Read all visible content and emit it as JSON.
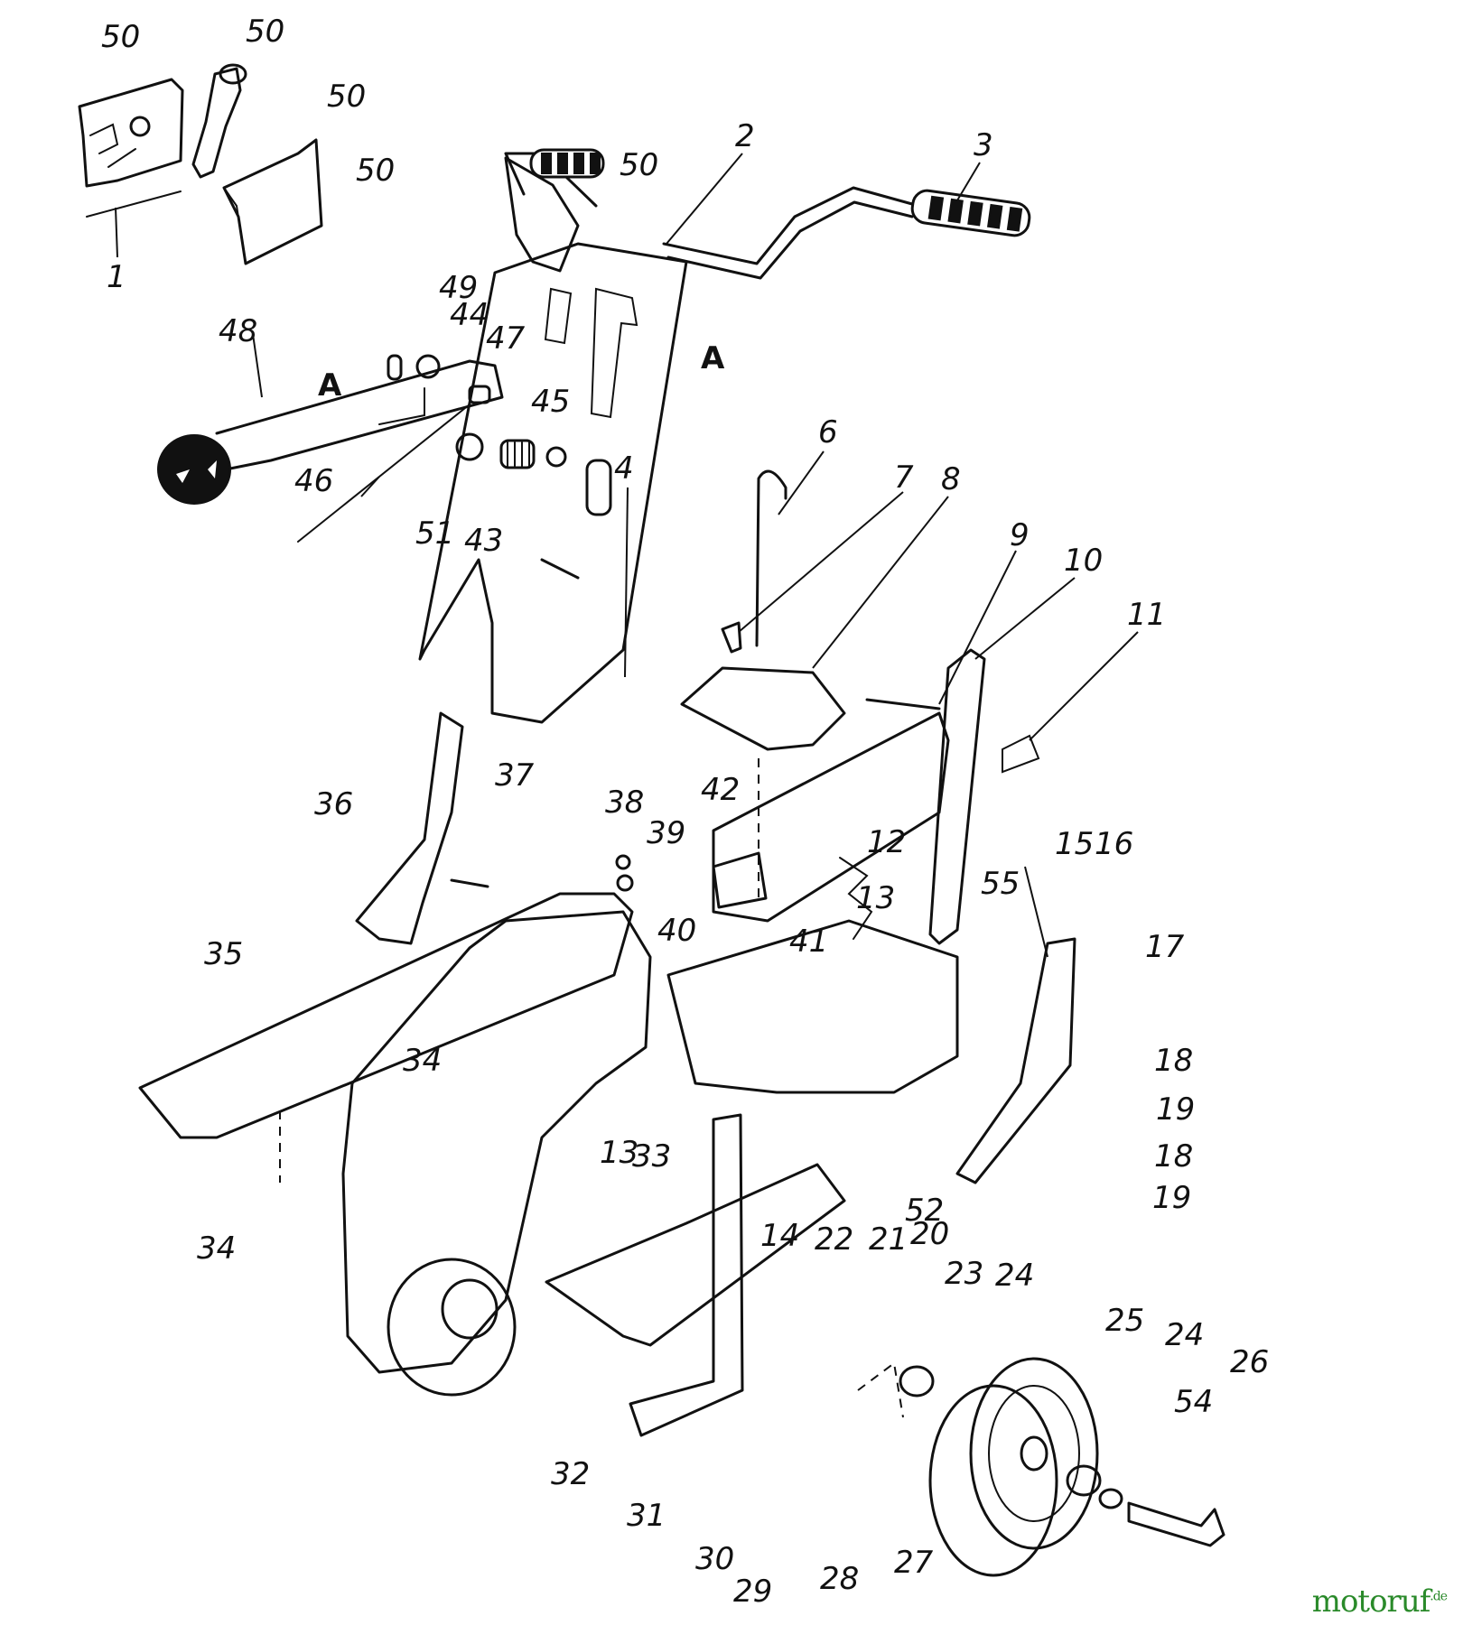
{
  "labels": [
    {
      "id": "l1",
      "text": "1"
    },
    {
      "id": "l2",
      "text": "2"
    },
    {
      "id": "l3",
      "text": "3"
    },
    {
      "id": "l4",
      "text": "4"
    },
    {
      "id": "l6",
      "text": "6"
    },
    {
      "id": "l7",
      "text": "7"
    },
    {
      "id": "l8",
      "text": "8"
    },
    {
      "id": "l9",
      "text": "9"
    },
    {
      "id": "l10",
      "text": "10"
    },
    {
      "id": "l11",
      "text": "11"
    },
    {
      "id": "l12",
      "text": "12"
    },
    {
      "id": "l13a",
      "text": "13"
    },
    {
      "id": "l13b",
      "text": "13"
    },
    {
      "id": "l14",
      "text": "14"
    },
    {
      "id": "l15",
      "text": "15"
    },
    {
      "id": "l16",
      "text": "16"
    },
    {
      "id": "l17",
      "text": "17"
    },
    {
      "id": "l18a",
      "text": "18"
    },
    {
      "id": "l18b",
      "text": "18"
    },
    {
      "id": "l19a",
      "text": "19"
    },
    {
      "id": "l19b",
      "text": "19"
    },
    {
      "id": "l20",
      "text": "20"
    },
    {
      "id": "l21",
      "text": "21"
    },
    {
      "id": "l22",
      "text": "22"
    },
    {
      "id": "l23",
      "text": "23"
    },
    {
      "id": "l24a",
      "text": "24"
    },
    {
      "id": "l24b",
      "text": "24"
    },
    {
      "id": "l25",
      "text": "25"
    },
    {
      "id": "l26",
      "text": "26"
    },
    {
      "id": "l27",
      "text": "27"
    },
    {
      "id": "l28",
      "text": "28"
    },
    {
      "id": "l29",
      "text": "29"
    },
    {
      "id": "l30",
      "text": "30"
    },
    {
      "id": "l31",
      "text": "31"
    },
    {
      "id": "l32",
      "text": "32"
    },
    {
      "id": "l33",
      "text": "33"
    },
    {
      "id": "l34a",
      "text": "34"
    },
    {
      "id": "l34b",
      "text": "34"
    },
    {
      "id": "l35",
      "text": "35"
    },
    {
      "id": "l36",
      "text": "36"
    },
    {
      "id": "l37",
      "text": "37"
    },
    {
      "id": "l38",
      "text": "38"
    },
    {
      "id": "l39",
      "text": "39"
    },
    {
      "id": "l40",
      "text": "40"
    },
    {
      "id": "l41",
      "text": "41"
    },
    {
      "id": "l42",
      "text": "42"
    },
    {
      "id": "l43",
      "text": "43"
    },
    {
      "id": "l44",
      "text": "44"
    },
    {
      "id": "l45",
      "text": "45"
    },
    {
      "id": "l46",
      "text": "46"
    },
    {
      "id": "l47",
      "text": "47"
    },
    {
      "id": "l48",
      "text": "48"
    },
    {
      "id": "l49",
      "text": "49"
    },
    {
      "id": "l50a",
      "text": "50"
    },
    {
      "id": "l50b",
      "text": "50"
    },
    {
      "id": "l50c",
      "text": "50"
    },
    {
      "id": "l50d",
      "text": "50"
    },
    {
      "id": "l50e",
      "text": "50"
    },
    {
      "id": "l51",
      "text": "51"
    },
    {
      "id": "l52",
      "text": "52"
    },
    {
      "id": "l54",
      "text": "54"
    },
    {
      "id": "l55",
      "text": "55"
    }
  ],
  "section_marks": {
    "left": "A",
    "right": "A"
  },
  "brand": {
    "name": "motoruf",
    "suffix": ".de"
  }
}
